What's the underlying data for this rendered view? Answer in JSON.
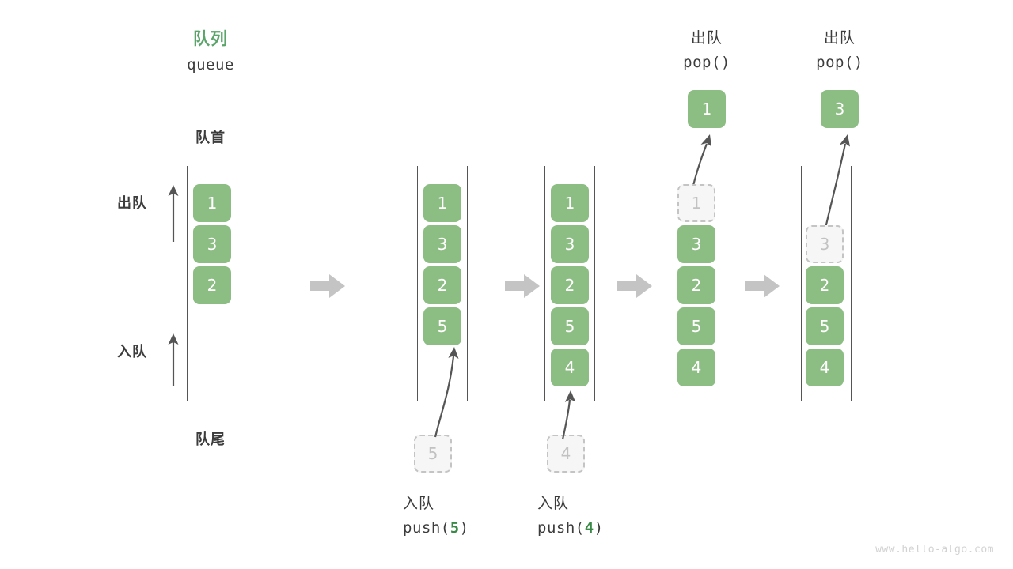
{
  "figure": {
    "title_cn": "队列",
    "title_code": "queue",
    "front_label": "队首",
    "rear_label": "队尾",
    "dequeue_side_label": "出队",
    "enqueue_side_label": "入队",
    "accent_color": "#5aa469",
    "box_color": "#8cbd83",
    "ghost_color": "#f6f6f6",
    "arrow_color": "#555555",
    "connector_color": "#c4c4c4",
    "watermark": "www.hello-algo.com"
  },
  "columns": [
    {
      "id": "state-initial",
      "op_cn": "",
      "op_code": "",
      "op_arg": "",
      "boxes": [
        {
          "value": "1",
          "state": "filled",
          "slot": 0
        },
        {
          "value": "3",
          "state": "filled",
          "slot": 1
        },
        {
          "value": "2",
          "state": "filled",
          "slot": 2
        }
      ],
      "incoming": null,
      "popped": null
    },
    {
      "id": "push-5",
      "op_cn": "入队",
      "op_code_prefix": "push(",
      "op_arg": "5",
      "op_code_suffix": ")",
      "boxes": [
        {
          "value": "1",
          "state": "filled",
          "slot": 0
        },
        {
          "value": "3",
          "state": "filled",
          "slot": 1
        },
        {
          "value": "2",
          "state": "filled",
          "slot": 2
        },
        {
          "value": "5",
          "state": "filled",
          "slot": 3
        }
      ],
      "incoming": {
        "value": "5",
        "state": "ghost"
      },
      "popped": null
    },
    {
      "id": "push-4",
      "op_cn": "入队",
      "op_code_prefix": "push(",
      "op_arg": "4",
      "op_code_suffix": ")",
      "boxes": [
        {
          "value": "1",
          "state": "filled",
          "slot": 0
        },
        {
          "value": "3",
          "state": "filled",
          "slot": 1
        },
        {
          "value": "2",
          "state": "filled",
          "slot": 2
        },
        {
          "value": "5",
          "state": "filled",
          "slot": 3
        },
        {
          "value": "4",
          "state": "filled",
          "slot": 4
        }
      ],
      "incoming": {
        "value": "4",
        "state": "ghost"
      },
      "popped": null
    },
    {
      "id": "pop-1",
      "op_cn": "出队",
      "op_code_prefix": "pop(",
      "op_arg": "",
      "op_code_suffix": ")",
      "boxes": [
        {
          "value": "1",
          "state": "ghost",
          "slot": 0
        },
        {
          "value": "3",
          "state": "filled",
          "slot": 1
        },
        {
          "value": "2",
          "state": "filled",
          "slot": 2
        },
        {
          "value": "5",
          "state": "filled",
          "slot": 3
        },
        {
          "value": "4",
          "state": "filled",
          "slot": 4
        }
      ],
      "incoming": null,
      "popped": {
        "value": "1",
        "state": "filled"
      }
    },
    {
      "id": "pop-3",
      "op_cn": "出队",
      "op_code_prefix": "pop(",
      "op_arg": "",
      "op_code_suffix": ")",
      "boxes": [
        {
          "value": "3",
          "state": "ghost",
          "slot": 1
        },
        {
          "value": "2",
          "state": "filled",
          "slot": 2
        },
        {
          "value": "5",
          "state": "filled",
          "slot": 3
        },
        {
          "value": "4",
          "state": "filled",
          "slot": 4
        }
      ],
      "incoming": null,
      "popped": {
        "value": "3",
        "state": "filled"
      }
    }
  ]
}
